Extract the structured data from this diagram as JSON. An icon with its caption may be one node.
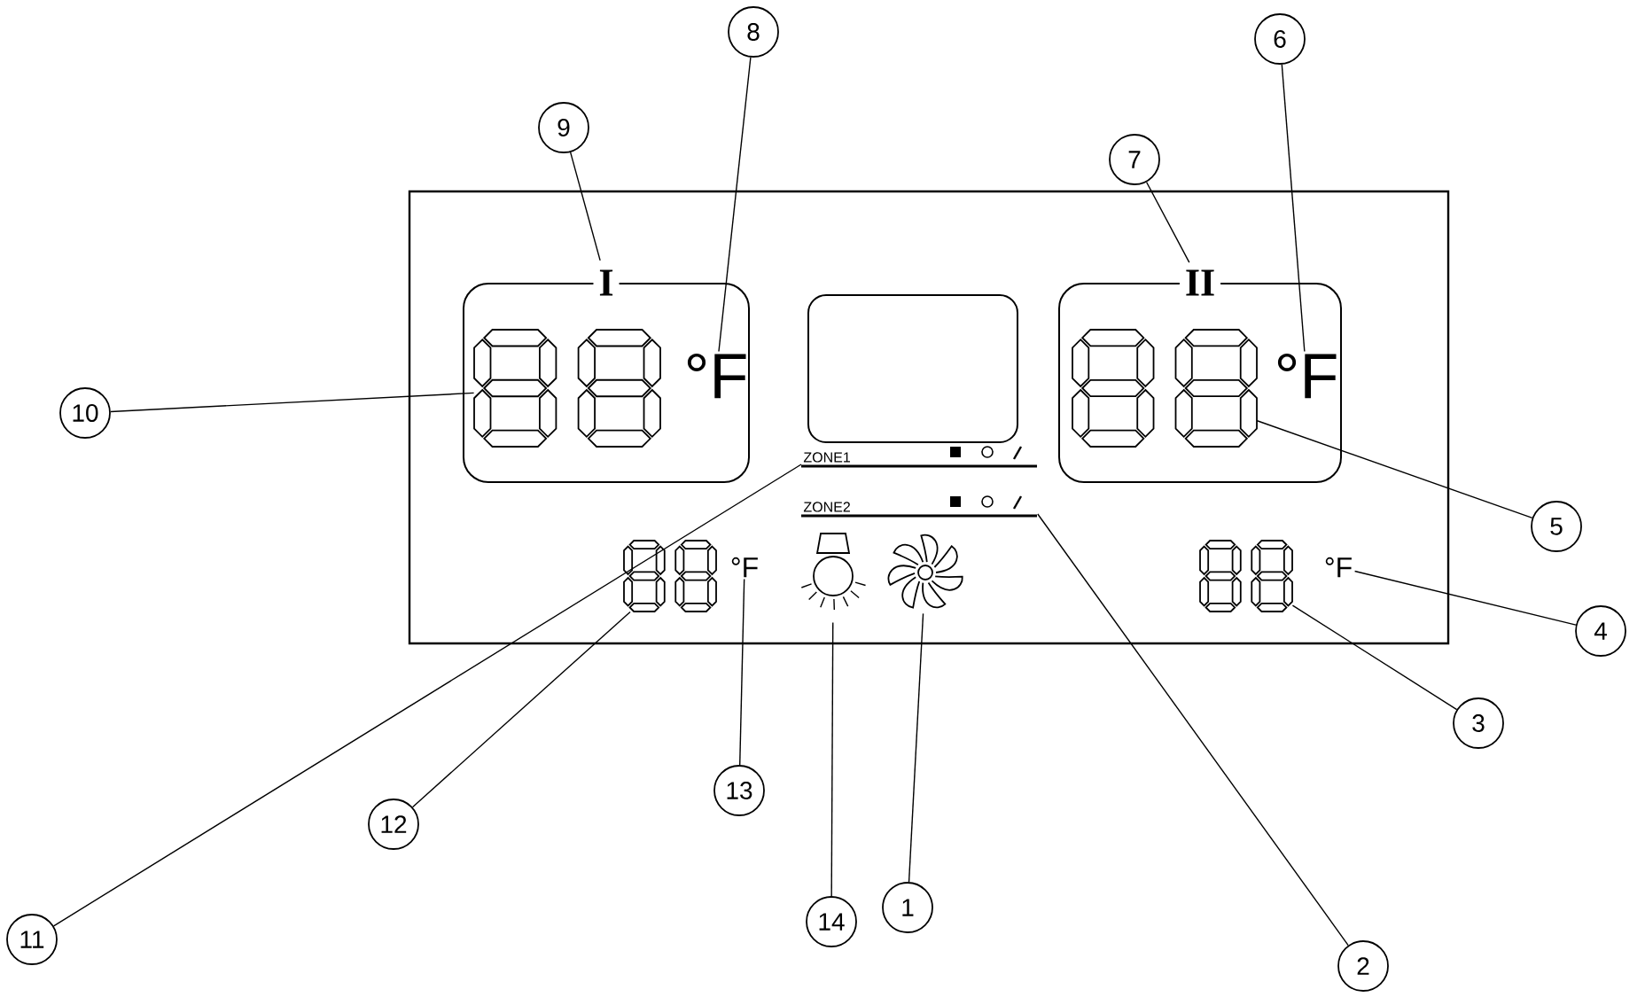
{
  "diagram": {
    "nodes": [
      {
        "text": [
          "I"
        ]
      },
      {
        "text": [],
        "shape": "display",
        "in": 0
      },
      {
        "text": [
          "°F"
        ],
        "in": 0
      },
      {
        "text": [],
        "shape": "box"
      },
      {
        "text": [
          "II"
        ]
      },
      {
        "text": [],
        "shape": "display",
        "in": 4
      },
      {
        "text": [
          "°F"
        ],
        "in": 4
      },
      {
        "text": [
          "ZONE1"
        ]
      },
      {
        "text": [
          "ZONE2"
        ]
      },
      {
        "text": [],
        "shape": "display"
      },
      {
        "text": [
          "°F"
        ]
      },
      {
        "text": [],
        "shape": "lamp"
      },
      {
        "text": [],
        "shape": "fan"
      },
      {
        "text": [],
        "shape": "display"
      },
      {
        "text": [
          "°F"
        ]
      },
      {
        "text": [
          "1"
        ]
      },
      {
        "text": [
          "2"
        ]
      },
      {
        "text": [
          "3"
        ]
      },
      {
        "text": [
          "4"
        ]
      },
      {
        "text": [
          "5"
        ]
      },
      {
        "text": [
          "6"
        ]
      },
      {
        "text": [
          "7"
        ]
      },
      {
        "text": [
          "8"
        ]
      },
      {
        "text": [
          "9"
        ]
      },
      {
        "text": [
          "10"
        ]
      },
      {
        "text": [
          "11"
        ]
      },
      {
        "text": [
          "12"
        ]
      },
      {
        "text": [
          "13"
        ]
      },
      {
        "text": [
          "14"
        ]
      }
    ],
    "edges": [
      {
        "from": 15,
        "to": 12,
        "arrow": "none"
      },
      {
        "from": 16,
        "to": 8,
        "arrow": "none"
      },
      {
        "from": 17,
        "to": 13,
        "arrow": "none"
      },
      {
        "from": 18,
        "to": 14,
        "arrow": "none"
      },
      {
        "from": 19,
        "to": 5,
        "arrow": "none"
      },
      {
        "from": 20,
        "to": 6,
        "arrow": "none"
      },
      {
        "from": 21,
        "to": 4,
        "arrow": "none"
      },
      {
        "from": 22,
        "to": 2,
        "arrow": "none"
      },
      {
        "from": 23,
        "to": 0,
        "arrow": "none"
      },
      {
        "from": 24,
        "to": 1,
        "arrow": "none"
      },
      {
        "from": 25,
        "to": 7,
        "arrow": "none"
      },
      {
        "from": 26,
        "to": 9,
        "arrow": "none"
      },
      {
        "from": 27,
        "to": 10,
        "arrow": "none"
      },
      {
        "from": 28,
        "to": 11,
        "arrow": "none"
      }
    ]
  }
}
